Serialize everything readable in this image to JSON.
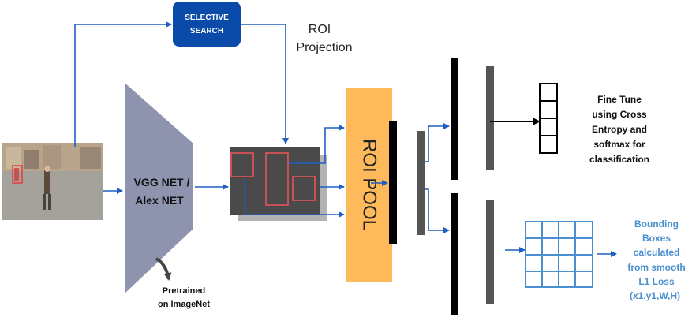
{
  "selective_search": {
    "line1": "SELECTIVE",
    "line2": "SEARCH"
  },
  "roi_projection": {
    "line1": "ROI",
    "line2": "Projection"
  },
  "backbone": {
    "line1": "VGG NET /",
    "line2": "Alex NET"
  },
  "pretrained": {
    "line1": "Pretrained",
    "line2": "on ImageNet"
  },
  "roi_pool": {
    "label": "ROI POOL"
  },
  "classification": {
    "lines": [
      "Fine Tune",
      "using Cross",
      "Entropy and",
      "softmax for",
      "classification"
    ]
  },
  "bbox": {
    "lines": [
      "Bounding",
      "Boxes",
      "calculated",
      "from smooth",
      "L1 Loss",
      "(x1,y1,W,H)"
    ]
  },
  "colors": {
    "arrow_blue": "#1f5fbf",
    "search_box": "#0a4aa8",
    "backbone": "#8e93ae",
    "roi_pool": "#fdb95a",
    "feature_map": "#4a4a4a",
    "proposal_red": "#e8535a",
    "bbox_text": "#4a8fd0"
  }
}
